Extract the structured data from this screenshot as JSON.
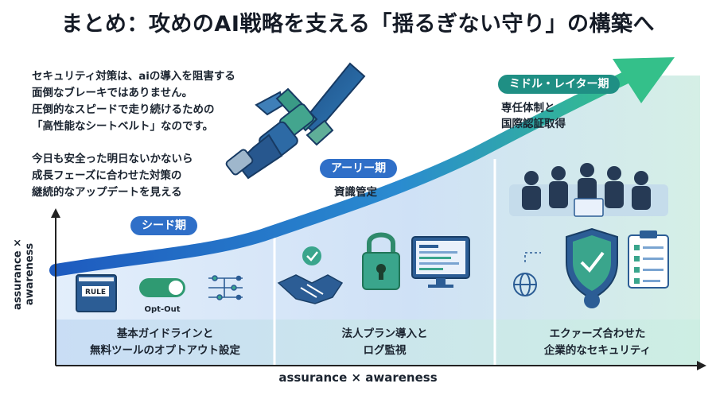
{
  "title": "まとめ：攻めのAI戦略を支える「揺るぎない守り」の構築へ",
  "intro": {
    "lines": [
      "セキュリティ対策は、aiの導入を阻害する",
      "面倒なブレーキではありません。",
      "圧倒的なスピードで走り続けるための",
      "「高性能なシートベルト」なのです。"
    ]
  },
  "note": {
    "lines": [
      "今日も安全った明日ないかないら",
      "成長フェーズに合わせた対策の",
      "継続的なアップデートを見える"
    ]
  },
  "stages": [
    {
      "label": "シード期",
      "sub": [],
      "footer": [
        "基本ガイドラインと",
        "無料ツールのオプトアウト設定"
      ]
    },
    {
      "label": "アーリー期",
      "sub": [
        "資識管定"
      ],
      "footer": [
        "法人プラン導入と",
        "ログ監視"
      ]
    },
    {
      "label": "ミドル・レイター期",
      "sub": [
        "専任体制と",
        "国際認証取得"
      ],
      "footer": [
        "エクァーズ合わせた",
        "企業的なセキュリティ"
      ]
    }
  ],
  "icons": {
    "book_label": "RULE",
    "toggle_label": "Opt-Out",
    "seed": [
      "book-icon",
      "toggle-icon",
      "data-flow-icon"
    ],
    "early": [
      "handshake-icon",
      "padlock-icon",
      "monitor-log-icon",
      "checkmark-icon"
    ],
    "later": [
      "globe-icon",
      "shield-check-icon",
      "checklist-icon",
      "team-icon"
    ],
    "hero": "seatbelt-icon"
  },
  "axes": {
    "x_label": "assurance × awareness",
    "y_label": "assurance × awareness"
  },
  "colors": {
    "primary_blue": "#2f6fc8",
    "teal": "#1f8f84",
    "arrow_start": "#1e5bbf",
    "arrow_end": "#34c08a",
    "panel_blue": "#dbe9f8",
    "panel_teal": "#d7f0ea"
  }
}
